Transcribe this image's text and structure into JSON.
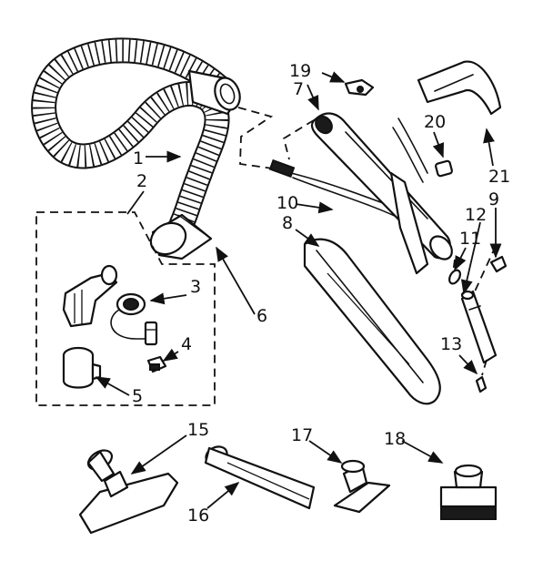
{
  "callouts": {
    "c1": "1",
    "c2": "2",
    "c3": "3",
    "c4": "4",
    "c5": "5",
    "c6": "6",
    "c7": "7",
    "c8": "8",
    "c9": "9",
    "c10": "10",
    "c11": "11",
    "c12": "12",
    "c13": "13",
    "c15": "15",
    "c16": "16",
    "c17": "17",
    "c18": "18",
    "c19": "19",
    "c20": "20",
    "c21": "21"
  }
}
